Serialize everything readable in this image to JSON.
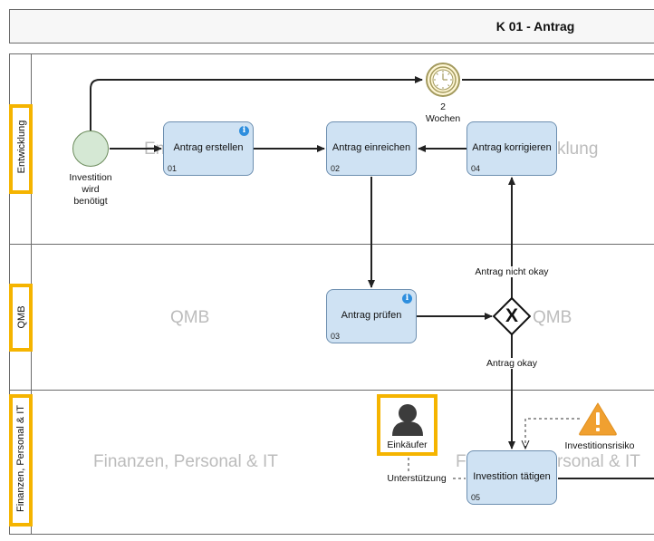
{
  "pool": {
    "title": "K 01 - Antrag"
  },
  "lanes": [
    {
      "label": "Entwicklung",
      "watermark": "Entwicklung"
    },
    {
      "label": "QMB",
      "watermark": "QMB"
    },
    {
      "label": "Finanzen, Personal & IT",
      "watermark": "Finanzen, Personal & IT"
    }
  ],
  "start_event": {
    "label_lines": [
      "Investition",
      "wird",
      "benötigt"
    ]
  },
  "timer_event": {
    "label_lines": [
      "2",
      "Wochen"
    ]
  },
  "tasks": [
    {
      "label": "Antrag erstellen",
      "number": "01",
      "info": "i"
    },
    {
      "label": "Antrag einreichen",
      "number": "02"
    },
    {
      "label": "Antrag prüfen",
      "number": "03",
      "info": "i"
    },
    {
      "label": "Antrag korrigieren",
      "number": "04"
    },
    {
      "label": "Investition tätigen",
      "number": "05"
    }
  ],
  "gateway": {
    "symbol": "X",
    "label_not_ok": "Antrag nicht okay",
    "label_ok": "Antrag okay"
  },
  "role": {
    "label": "Einkäufer",
    "association_label": "Unterstützung"
  },
  "risk": {
    "label": "Investitionsrisiko"
  },
  "colors": {
    "highlight": "#f5b400",
    "task_fill": "#cfe2f3",
    "start_fill": "#d5e8d4",
    "risk": "#f0a030"
  }
}
